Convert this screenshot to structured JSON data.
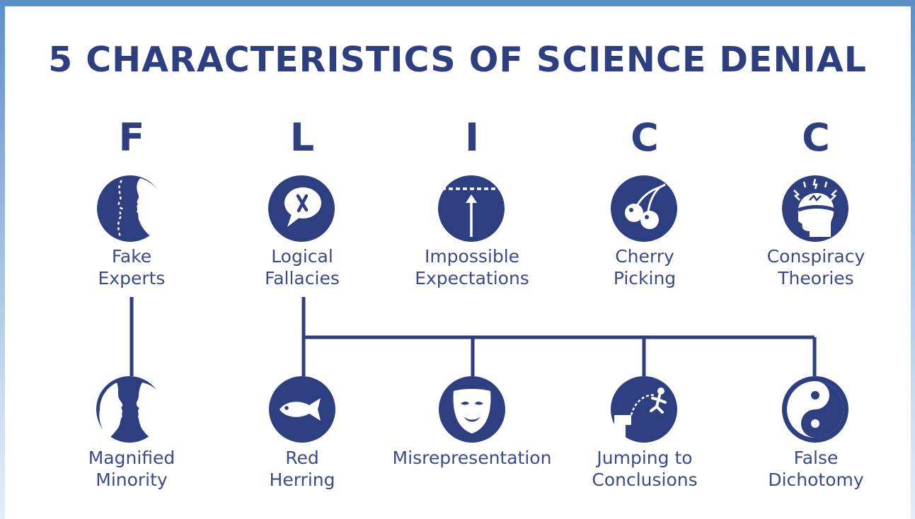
{
  "title": "5 CHARACTERISTICS OF SCIENCE DENIAL",
  "colors": {
    "primary": "#2d3f80",
    "text": "#3b4a88",
    "background": "#ffffff",
    "frame": "#6a9bd0"
  },
  "categories": [
    {
      "letter": "F",
      "icon": "two-faces-icon",
      "label": [
        "Fake",
        "Experts"
      ]
    },
    {
      "letter": "L",
      "icon": "speech-bubble-x-icon",
      "label": [
        "Logical",
        "Fallacies"
      ]
    },
    {
      "letter": "I",
      "icon": "raised-bar-arrow-icon",
      "label": [
        "Impossible",
        "Expectations"
      ]
    },
    {
      "letter": "C",
      "icon": "cherries-icon",
      "label": [
        "Cherry",
        "Picking"
      ]
    },
    {
      "letter": "C",
      "icon": "conspiracy-head-icon",
      "label": [
        "Conspiracy",
        "Theories"
      ]
    }
  ],
  "subtypes": [
    {
      "icon": "facing-profiles-icon",
      "label": [
        "Magnified",
        "Minority"
      ]
    },
    {
      "icon": "red-herring-fish-icon",
      "label": [
        "Red",
        "Herring"
      ]
    },
    {
      "icon": "mask-icon",
      "label": [
        "Misrepresentation"
      ]
    },
    {
      "icon": "jumping-figure-icon",
      "label": [
        "Jumping to",
        "Conclusions"
      ]
    },
    {
      "icon": "yin-yang-icon",
      "label": [
        "False",
        "Dichotomy"
      ]
    }
  ]
}
